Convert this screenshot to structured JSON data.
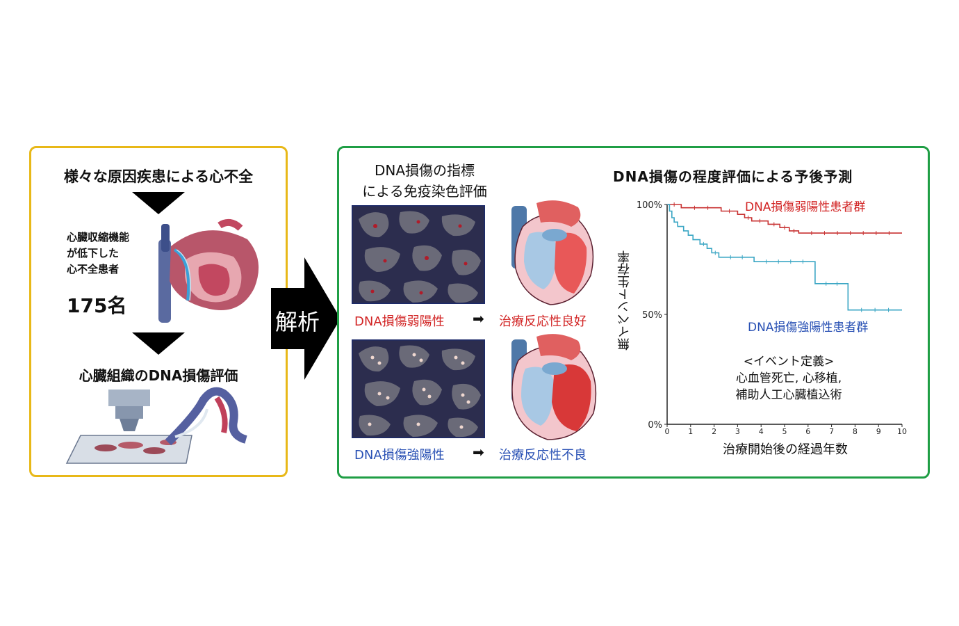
{
  "left": {
    "title": "様々な原因疾患による心不全",
    "patients_desc": [
      "心臓収縮機能",
      "が低下した",
      "心不全患者"
    ],
    "patient_count": "175名",
    "evaluation": "心臓組織のDNA損傷評価"
  },
  "center": {
    "arrow_label": "解析"
  },
  "staining": {
    "title_lines": [
      "DNA損傷の指標",
      "による免疫染色評価"
    ],
    "weak_label": "DNA損傷弱陽性",
    "weak_outcome": "治療反応性良好",
    "strong_label": "DNA損傷強陽性",
    "strong_outcome": "治療反応性不良",
    "arrow_glyph": "➡"
  },
  "event_def": {
    "title": "<イベント定義>",
    "lines": [
      "心血管死亡, 心移植,",
      "補助人工心臓植込術"
    ]
  },
  "colors": {
    "left_border": "#e8b818",
    "right_border": "#1f9e45",
    "weak_red": "#d22525",
    "strong_blue": "#2850b4",
    "curve_red": "#c83232",
    "curve_teal": "#3aa6c4"
  },
  "chart_data": {
    "type": "line",
    "title": "DNA損傷の程度評価による予後予測",
    "xlabel": "治療開始後の経過年数",
    "ylabel": "無イベント生存率",
    "xlim": [
      0,
      10
    ],
    "ylim": [
      0,
      100
    ],
    "x_ticks": [
      "0",
      "1",
      "2",
      "3",
      "4",
      "5",
      "6",
      "7",
      "8",
      "9",
      "10"
    ],
    "y_ticks": [
      "0%",
      "50%",
      "100%"
    ],
    "series": [
      {
        "name": "DNA損傷弱陽性患者群",
        "color": "#c83232",
        "points": [
          [
            0,
            100
          ],
          [
            0.6,
            100
          ],
          [
            0.6,
            98.5
          ],
          [
            2.3,
            98.5
          ],
          [
            2.3,
            97
          ],
          [
            3.0,
            97
          ],
          [
            3.0,
            95.5
          ],
          [
            3.3,
            95.5
          ],
          [
            3.3,
            94
          ],
          [
            3.6,
            94
          ],
          [
            3.6,
            92.5
          ],
          [
            4.3,
            92.5
          ],
          [
            4.3,
            91
          ],
          [
            4.8,
            91
          ],
          [
            4.8,
            89.5
          ],
          [
            5.2,
            89.5
          ],
          [
            5.2,
            88
          ],
          [
            5.6,
            88
          ],
          [
            5.6,
            87
          ],
          [
            10,
            87
          ]
        ]
      },
      {
        "name": "DNA損傷強陽性患者群",
        "color": "#3aa6c4",
        "points": [
          [
            0,
            100
          ],
          [
            0.1,
            100
          ],
          [
            0.1,
            97
          ],
          [
            0.2,
            97
          ],
          [
            0.2,
            94
          ],
          [
            0.3,
            94
          ],
          [
            0.3,
            92
          ],
          [
            0.45,
            92
          ],
          [
            0.45,
            90
          ],
          [
            0.7,
            90
          ],
          [
            0.7,
            88
          ],
          [
            0.9,
            88
          ],
          [
            0.9,
            86
          ],
          [
            1.1,
            86
          ],
          [
            1.1,
            84
          ],
          [
            1.4,
            84
          ],
          [
            1.4,
            82
          ],
          [
            1.7,
            82
          ],
          [
            1.7,
            80
          ],
          [
            1.9,
            80
          ],
          [
            1.9,
            78
          ],
          [
            2.2,
            78
          ],
          [
            2.2,
            76
          ],
          [
            3.7,
            76
          ],
          [
            3.7,
            74
          ],
          [
            6.3,
            74
          ],
          [
            6.3,
            64
          ],
          [
            7.7,
            64
          ],
          [
            7.7,
            52
          ],
          [
            10,
            52
          ]
        ]
      }
    ],
    "legend_placement": "in-plot labels"
  }
}
